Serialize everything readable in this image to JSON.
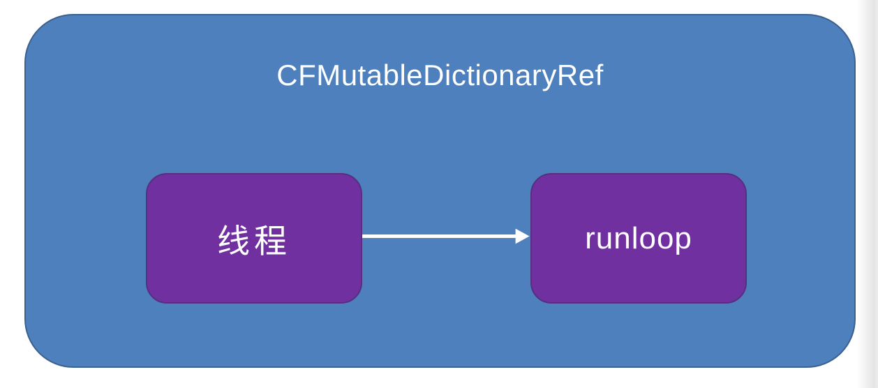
{
  "diagram": {
    "title": "CFMutableDictionaryRef",
    "nodes": [
      {
        "id": "thread",
        "label": "线程"
      },
      {
        "id": "runloop",
        "label": "runloop"
      }
    ],
    "edges": [
      {
        "from": "thread",
        "to": "runloop",
        "style": "solid-arrow"
      }
    ]
  },
  "colors": {
    "container-fill": "#4e80bd",
    "container-border": "#3b608e",
    "node-fill": "#7030a0",
    "node-border": "#55307e",
    "arrow-color": "#ffffff",
    "text-color": "#ffffff",
    "page-edge": "#e4e4e6"
  }
}
